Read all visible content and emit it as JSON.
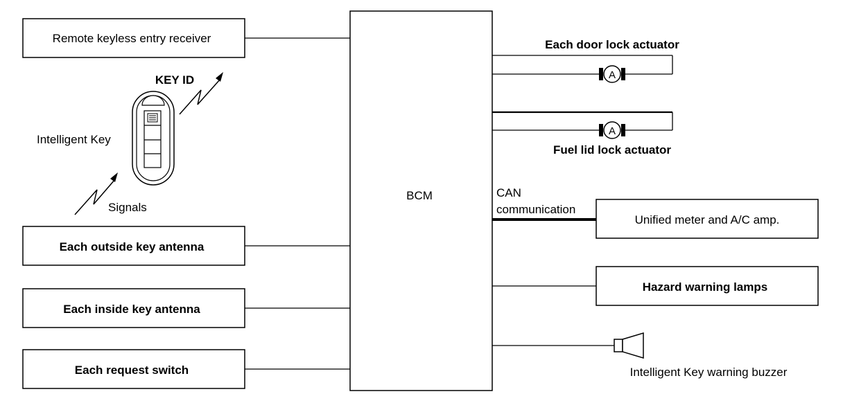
{
  "left_blocks": {
    "remote_keyless": "Remote keyless entry receiver",
    "outside_antenna": "Each outside key antenna",
    "inside_antenna": "Each inside key antenna",
    "request_switch": "Each request switch"
  },
  "intelligent_key": {
    "label": "Intelligent Key",
    "key_id": "KEY ID",
    "signals": "Signals"
  },
  "bcm": {
    "label": "BCM"
  },
  "right_blocks": {
    "door_lock": "Each door lock actuator",
    "fuel_lid": "Fuel lid lock actuator",
    "actuator_symbol": "A",
    "can_line1": "CAN",
    "can_line2": "communication",
    "meter": "Unified meter and A/C amp.",
    "hazard": "Hazard warning lamps",
    "buzzer": "Intelligent Key warning buzzer"
  }
}
